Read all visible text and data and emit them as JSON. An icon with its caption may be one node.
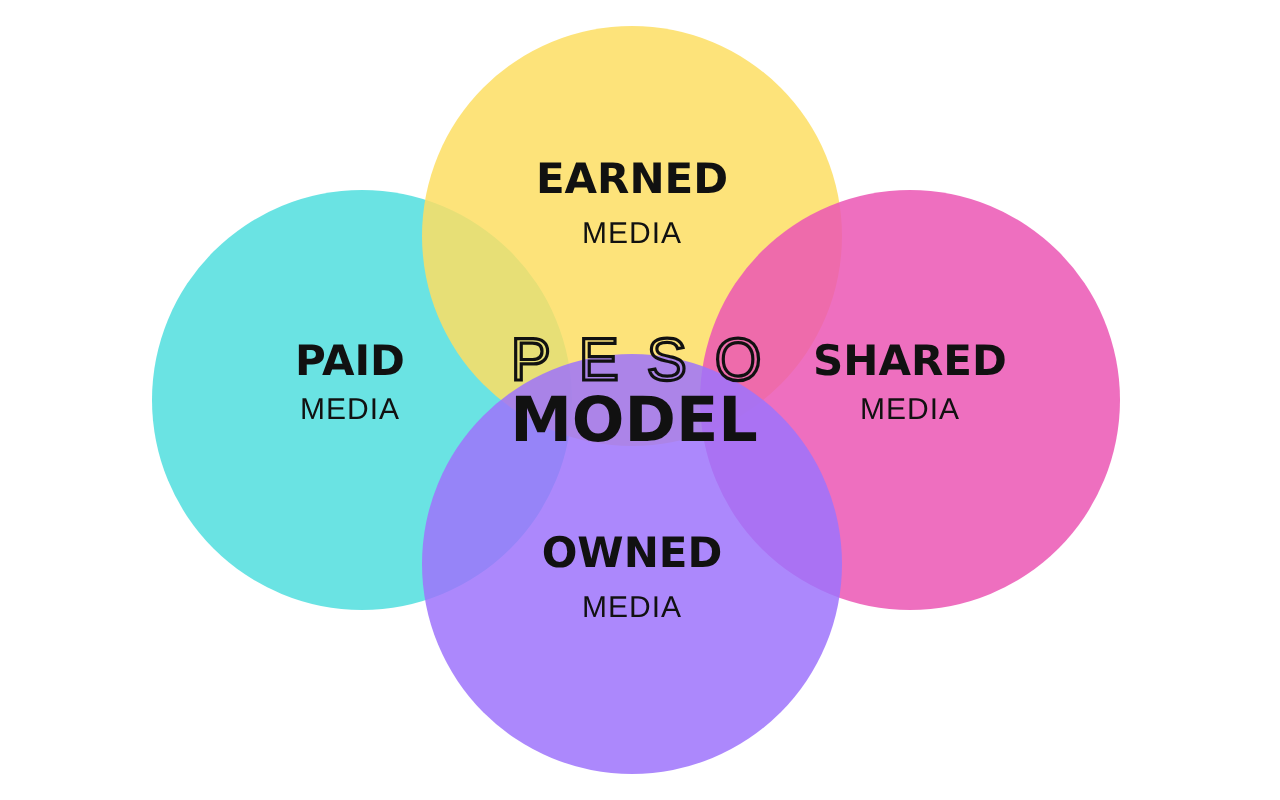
{
  "diagram": {
    "nodes": [
      {
        "text": [
          "EARNED",
          "MEDIA"
        ]
      },
      {
        "text": [
          "PAID",
          "MEDIA"
        ]
      },
      {
        "text": [
          "SHARED",
          "MEDIA"
        ]
      },
      {
        "text": [
          "OWNED",
          "MEDIA"
        ]
      }
    ],
    "labels": [
      "PESO",
      "MODEL"
    ]
  }
}
